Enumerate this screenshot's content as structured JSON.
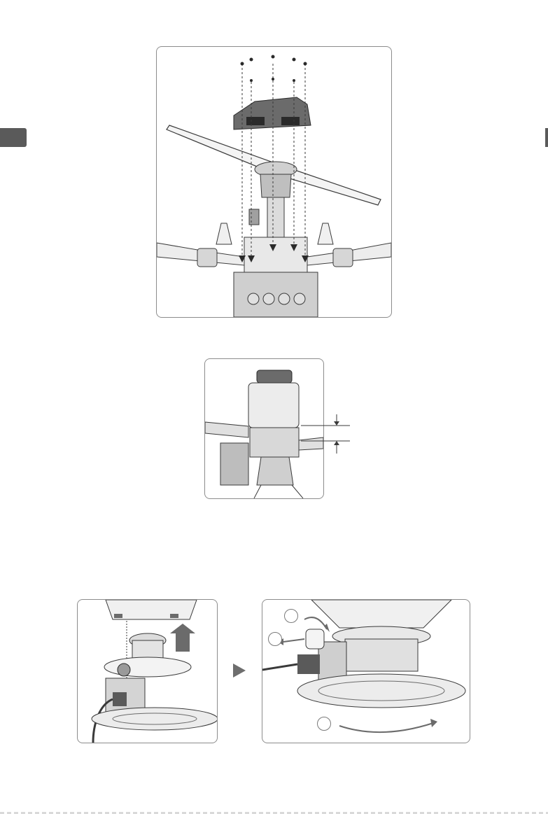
{
  "page": {
    "section_tab": "",
    "figures": [
      {
        "id": "propeller-and-cover-installation",
        "caption": ""
      },
      {
        "id": "tank-alignment-detail",
        "caption": ""
      },
      {
        "id": "spreader-detach",
        "caption": ""
      },
      {
        "id": "spreader-knob-rotate",
        "caption": ""
      }
    ],
    "steps": [
      "",
      "",
      ""
    ],
    "colors": {
      "line": "#3a3a3a",
      "fill_dark": "#6b6b6b",
      "fill_mid": "#a0a0a0",
      "fill_light": "#e6e6e6",
      "panel_border": "#8c8c8c",
      "tab": "#5a5a5a"
    }
  }
}
